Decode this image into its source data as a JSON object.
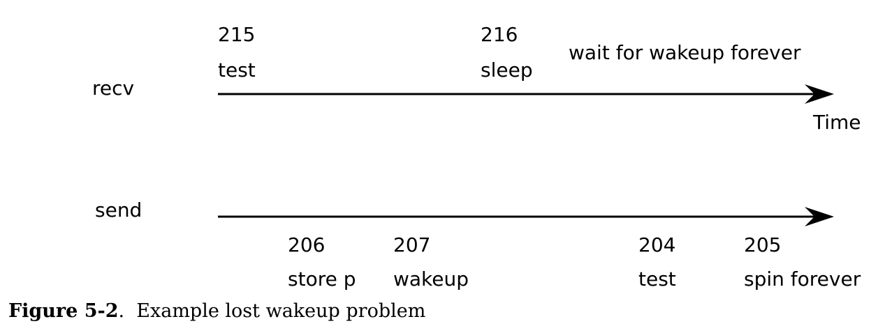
{
  "diagram": {
    "recv": {
      "label": "recv",
      "events": [
        {
          "line": "215",
          "action": "test"
        },
        {
          "line": "216",
          "action": "sleep"
        }
      ],
      "note": "wait for wakeup forever",
      "axis_label": "Time"
    },
    "send": {
      "label": "send",
      "events": [
        {
          "line": "206",
          "action": "store p"
        },
        {
          "line": "207",
          "action": "wakeup"
        },
        {
          "line": "204",
          "action": "test"
        },
        {
          "line": "205",
          "action": "spin forever"
        }
      ]
    }
  },
  "caption": {
    "figure_number": "Figure 5-2",
    "separator": ".",
    "text": "Example lost wakeup problem"
  }
}
